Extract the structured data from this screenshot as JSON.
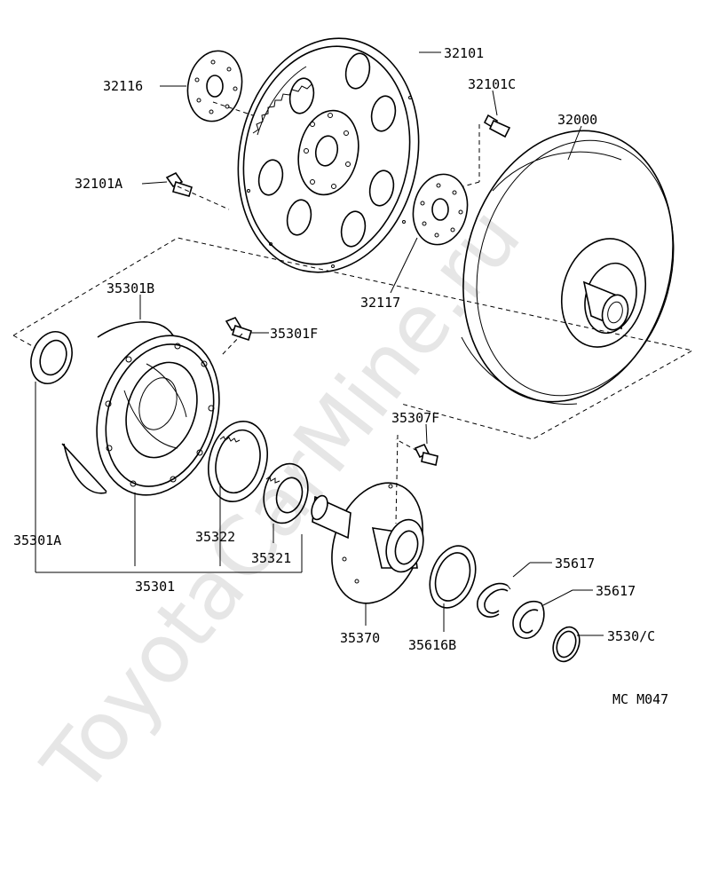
{
  "watermark": "ToyotaCarMine.ru",
  "diagram_code": "MC M047",
  "labels": {
    "p32101": "32101",
    "p32116": "32116",
    "p32101C": "32101C",
    "p32000": "32000",
    "p32101A": "32101A",
    "p32117": "32117",
    "p35301B": "35301B",
    "p35301F": "35301F",
    "p35307F": "35307F",
    "p35301A": "35301A",
    "p35322": "35322",
    "p35321": "35321",
    "p35301": "35301",
    "p35370": "35370",
    "p35616B": "35616B",
    "p35617a": "35617",
    "p35617b": "35617",
    "p35307C": "3530/C"
  }
}
